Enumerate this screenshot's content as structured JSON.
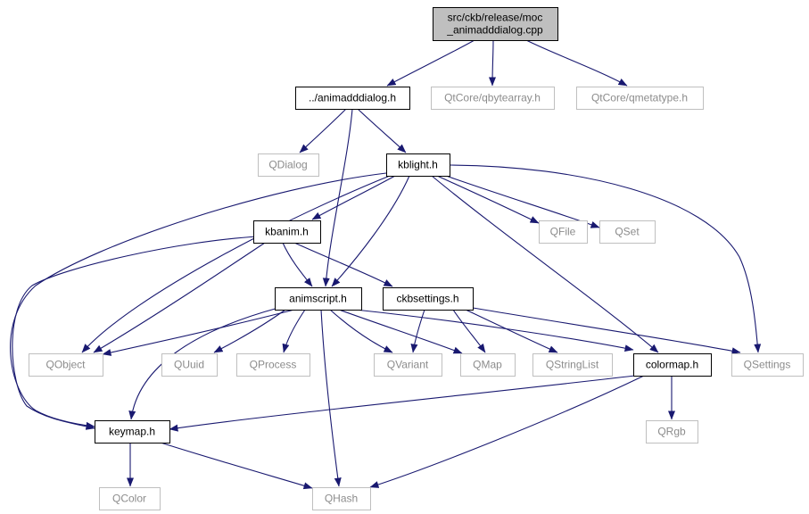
{
  "diagram": {
    "colors": {
      "edge": "#191970",
      "root_fill": "#bfbfbf",
      "project_border": "#000000",
      "external_border": "#bfbfbf",
      "external_text": "#8c8c8c",
      "project_text": "#000000"
    },
    "nodes": [
      {
        "id": "root",
        "lines": [
          "src/ckb/release/moc",
          "_animadddialog.cpp"
        ],
        "kind": "root"
      },
      {
        "id": "animadddialog_h",
        "lines": [
          "../animadddialog.h"
        ],
        "kind": "project"
      },
      {
        "id": "qbytearray",
        "lines": [
          "QtCore/qbytearray.h"
        ],
        "kind": "external"
      },
      {
        "id": "qmetatype",
        "lines": [
          "QtCore/qmetatype.h"
        ],
        "kind": "external"
      },
      {
        "id": "qdialog",
        "lines": [
          "QDialog"
        ],
        "kind": "external"
      },
      {
        "id": "kblight_h",
        "lines": [
          "kblight.h"
        ],
        "kind": "project"
      },
      {
        "id": "kbanim_h",
        "lines": [
          "kbanim.h"
        ],
        "kind": "project"
      },
      {
        "id": "qfile",
        "lines": [
          "QFile"
        ],
        "kind": "external"
      },
      {
        "id": "qset",
        "lines": [
          "QSet"
        ],
        "kind": "external"
      },
      {
        "id": "animscript_h",
        "lines": [
          "animscript.h"
        ],
        "kind": "project"
      },
      {
        "id": "ckbsettings_h",
        "lines": [
          "ckbsettings.h"
        ],
        "kind": "project"
      },
      {
        "id": "qobject",
        "lines": [
          "QObject"
        ],
        "kind": "external"
      },
      {
        "id": "quuid",
        "lines": [
          "QUuid"
        ],
        "kind": "external"
      },
      {
        "id": "qprocess",
        "lines": [
          "QProcess"
        ],
        "kind": "external"
      },
      {
        "id": "qvariant",
        "lines": [
          "QVariant"
        ],
        "kind": "external"
      },
      {
        "id": "qmap",
        "lines": [
          "QMap"
        ],
        "kind": "external"
      },
      {
        "id": "qstringlist",
        "lines": [
          "QStringList"
        ],
        "kind": "external"
      },
      {
        "id": "colormap_h",
        "lines": [
          "colormap.h"
        ],
        "kind": "project"
      },
      {
        "id": "qsettings",
        "lines": [
          "QSettings"
        ],
        "kind": "external"
      },
      {
        "id": "keymap_h",
        "lines": [
          "keymap.h"
        ],
        "kind": "project"
      },
      {
        "id": "qrgb",
        "lines": [
          "QRgb"
        ],
        "kind": "external"
      },
      {
        "id": "qcolor",
        "lines": [
          "QColor"
        ],
        "kind": "external"
      },
      {
        "id": "qhash",
        "lines": [
          "QHash"
        ],
        "kind": "external"
      }
    ],
    "edges": [
      {
        "from": "root",
        "to": "animadddialog_h"
      },
      {
        "from": "root",
        "to": "qbytearray"
      },
      {
        "from": "root",
        "to": "qmetatype"
      },
      {
        "from": "animadddialog_h",
        "to": "qdialog"
      },
      {
        "from": "animadddialog_h",
        "to": "kblight_h"
      },
      {
        "from": "animadddialog_h",
        "to": "animscript_h"
      },
      {
        "from": "kblight_h",
        "to": "kbanim_h"
      },
      {
        "from": "kblight_h",
        "to": "qfile"
      },
      {
        "from": "kblight_h",
        "to": "qset"
      },
      {
        "from": "kblight_h",
        "to": "qsettings"
      },
      {
        "from": "kblight_h",
        "to": "qobject"
      },
      {
        "from": "kblight_h",
        "to": "animscript_h"
      },
      {
        "from": "kblight_h",
        "to": "colormap_h"
      },
      {
        "from": "kblight_h",
        "to": "keymap_h"
      },
      {
        "from": "kbanim_h",
        "to": "animscript_h"
      },
      {
        "from": "kbanim_h",
        "to": "ckbsettings_h"
      },
      {
        "from": "kbanim_h",
        "to": "qobject"
      },
      {
        "from": "kbanim_h",
        "to": "keymap_h"
      },
      {
        "from": "animscript_h",
        "to": "qobject"
      },
      {
        "from": "animscript_h",
        "to": "quuid"
      },
      {
        "from": "animscript_h",
        "to": "qprocess"
      },
      {
        "from": "animscript_h",
        "to": "qvariant"
      },
      {
        "from": "animscript_h",
        "to": "qmap"
      },
      {
        "from": "animscript_h",
        "to": "colormap_h"
      },
      {
        "from": "animscript_h",
        "to": "keymap_h"
      },
      {
        "from": "animscript_h",
        "to": "qhash"
      },
      {
        "from": "ckbsettings_h",
        "to": "qvariant"
      },
      {
        "from": "ckbsettings_h",
        "to": "qmap"
      },
      {
        "from": "ckbsettings_h",
        "to": "qstringlist"
      },
      {
        "from": "ckbsettings_h",
        "to": "qsettings"
      },
      {
        "from": "colormap_h",
        "to": "keymap_h"
      },
      {
        "from": "colormap_h",
        "to": "qrgb"
      },
      {
        "from": "colormap_h",
        "to": "qhash"
      },
      {
        "from": "keymap_h",
        "to": "qcolor"
      },
      {
        "from": "keymap_h",
        "to": "qhash"
      }
    ]
  }
}
